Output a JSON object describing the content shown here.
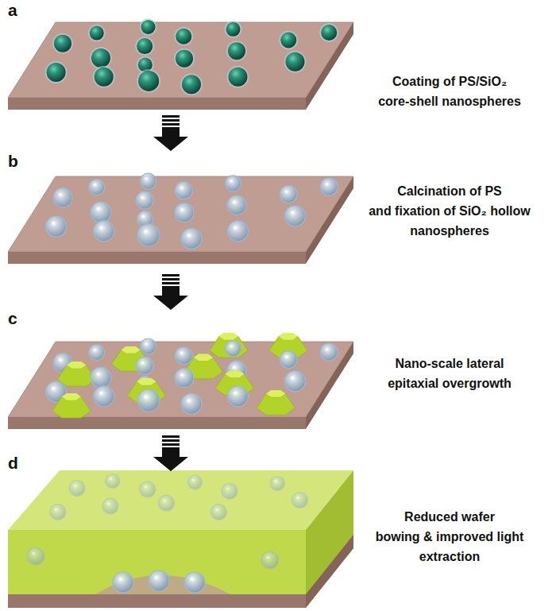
{
  "diagram": {
    "labels": [
      "a",
      "Coating of PS/SiO₂ core-shell nanospheres",
      "b",
      "Calcination of PS and fixation of SiO₂ hollow nanospheres",
      "c",
      "Nano-scale lateral epitaxial overgrowth",
      "d",
      "Reduced wafer bowing & improved light extraction"
    ]
  }
}
